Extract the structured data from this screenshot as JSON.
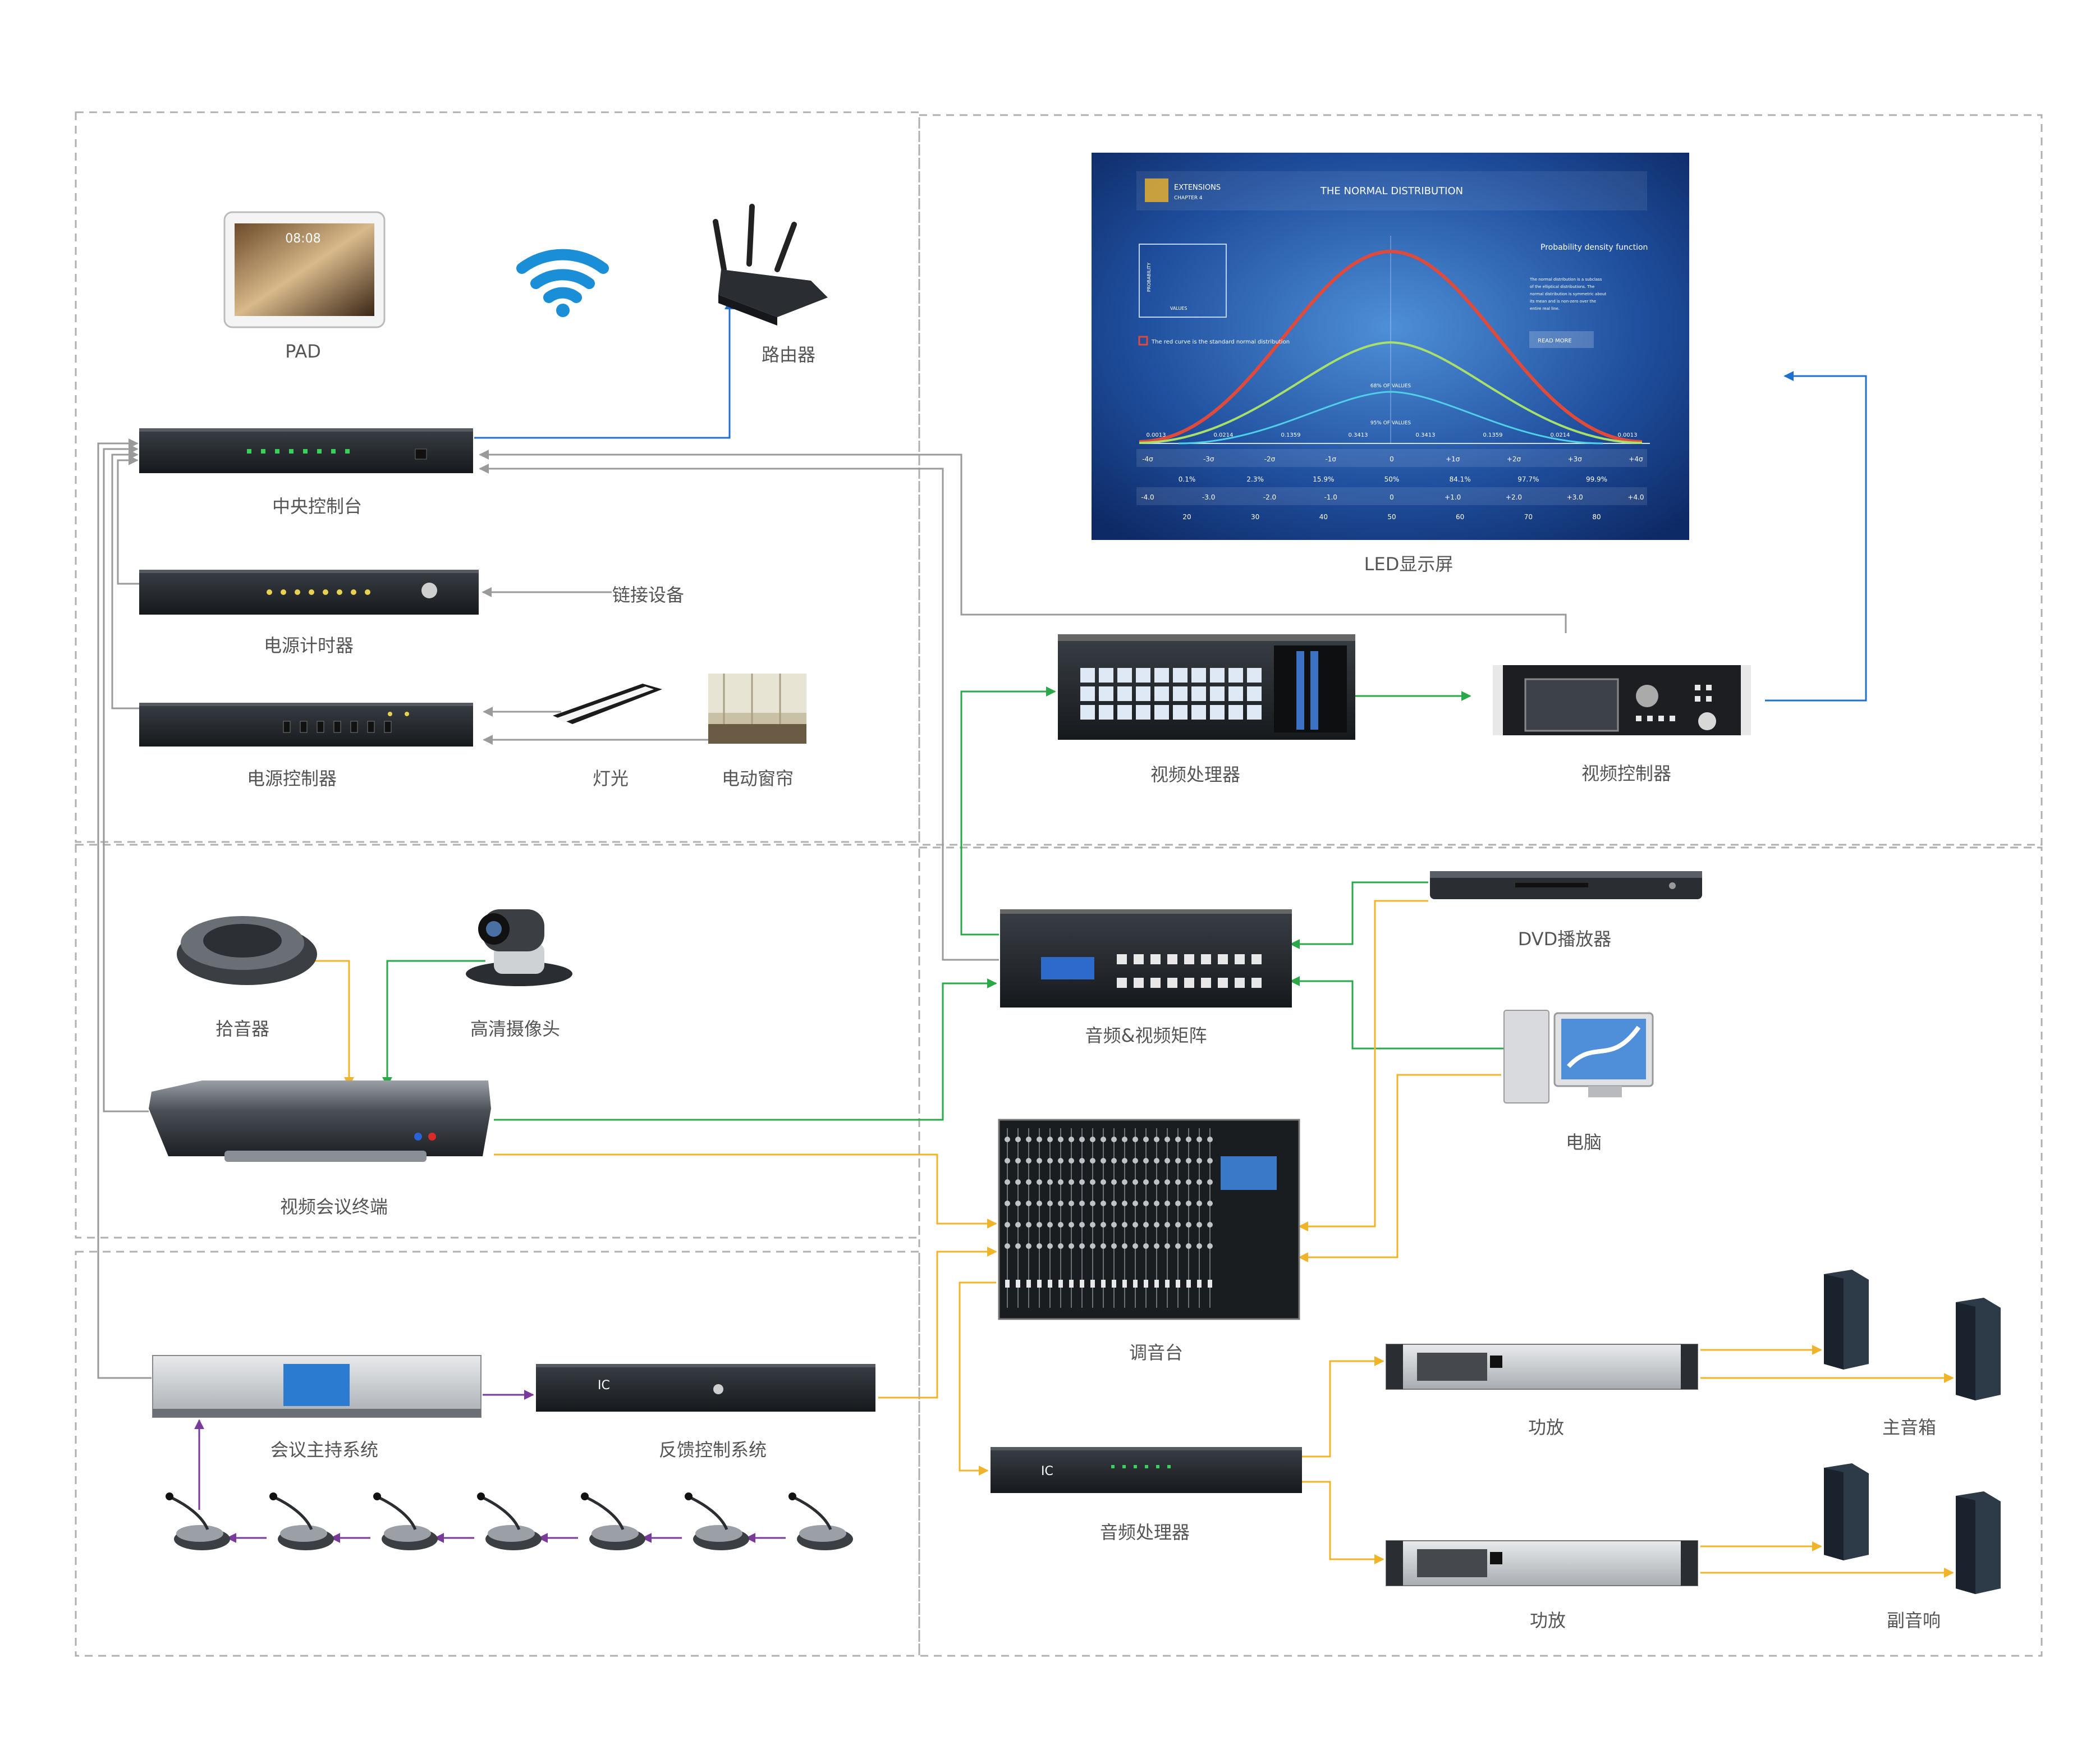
{
  "labels": {
    "pad": "PAD",
    "router": "路由器",
    "central_console": "中央控制台",
    "power_timer": "电源计时器",
    "link_device": "链接设备",
    "power_controller": "电源控制器",
    "light": "灯光",
    "curtain": "电动窗帘",
    "led_screen": "LED显示屏",
    "video_processor": "视频处理器",
    "video_controller": "视频控制器",
    "mic_pickup": "拾音器",
    "hd_camera": "高清摄像头",
    "av_matrix": "音频&视频矩阵",
    "dvd_player": "DVD播放器",
    "computer": "电脑",
    "vc_terminal": "视频会议终端",
    "mixer": "调音台",
    "conference_host": "会议主持系统",
    "feedback_control": "反馈控制系统",
    "amplifier_1": "功放",
    "amplifier_2": "功放",
    "main_speaker": "主音箱",
    "sub_speaker": "副音响",
    "audio_processor": "音频处理器"
  },
  "screen": {
    "title": "THE NORMAL DISTRIBUTION",
    "brand": "EXTENSIONS",
    "chapter": "CHAPTER 4",
    "side_title": "Probability density function",
    "side_text": "The normal distribution is a subclass of the elliptical distributions. The normal distribution is symmetric about its mean and is non-zero over the entire real line.",
    "read_more": "READ MORE",
    "red_note": "The red curve is the standard normal distribution",
    "mini_y": "PROBABILITY",
    "mini_x": "VALUES",
    "sigma_row": [
      "-4σ",
      "-3σ",
      "-2σ",
      "-1σ",
      "0",
      "+1σ",
      "+2σ",
      "+3σ",
      "+4σ"
    ],
    "pct_row": [
      "0.1%",
      "2.3%",
      "15.9%",
      "50%",
      "84.1%",
      "97.7%",
      "99.9%"
    ],
    "z_row": [
      "-4.0",
      "-3.0",
      "-2.0",
      "-1.0",
      "0",
      "+1.0",
      "+2.0",
      "+3.0",
      "+4.0"
    ],
    "score_row": [
      "20",
      "30",
      "40",
      "50",
      "60",
      "70",
      "80"
    ],
    "band1": "68% OF VALUES",
    "band2": "95% OF VALUES",
    "prob_labels": [
      "0.0013",
      "0.0214",
      "0.1359",
      "0.3413",
      "0.3413",
      "0.1359",
      "0.0214",
      "0.0013"
    ]
  },
  "colors": {
    "network": "#1e6fd0",
    "control": "#9a9a9a",
    "video": "#2aa84a",
    "audio": "#f0b429",
    "conference": "#7a3a9a",
    "zone_border": "#b0b0b0"
  },
  "icons": {
    "wifi": "wifi-icon",
    "pad": "tablet-icon",
    "router": "router-icon",
    "speaker": "speaker-icon",
    "microphone": "microphone-icon"
  }
}
